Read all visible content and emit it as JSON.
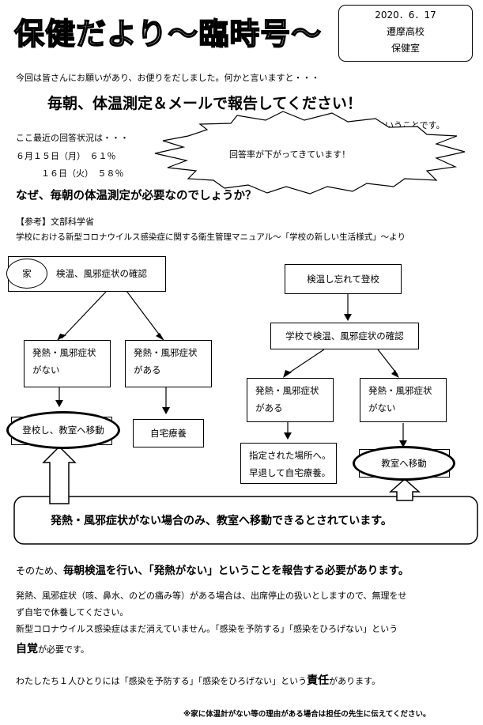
{
  "header": {
    "title": "保健だより〜臨時号〜",
    "date": "2020．6．17",
    "school": "遷摩高校",
    "office": "保健室"
  },
  "intro": "今回は皆さんにお願いがあり、お便りをだしました。何かと言いますと・・・",
  "headline": "毎朝、体温測定＆メールで報告してください！",
  "headline_tail": "ということです。",
  "status": {
    "lead": "ここ最近の回答状況は・・・",
    "row1": "６月１５日（月）　６１％",
    "row2": "１６日（火）　５８％",
    "burst": "回答率が下がってきています！"
  },
  "question": "なぜ、毎朝の体温測定が必要なのでしょうか？",
  "reference": {
    "label": "【参考】文部科学省",
    "source": "学校における新型コロナウイルス感染症に関する衛生管理マニュアル〜「学校の新しい生活様式」〜より"
  },
  "flow_left": {
    "home": "家",
    "check": "検温、風邪症状の確認",
    "no_symptom": [
      "発熱・風邪症状",
      "がない"
    ],
    "symptom": [
      "発熱・風邪症状",
      "がある"
    ],
    "go_class": "登校し、教室へ移動",
    "rest": "自宅療養"
  },
  "flow_right": {
    "forgot": "検温し忘れて登校",
    "school_check": "学校で検温、風邪症状の確認",
    "symptom": [
      "発熱・風邪症状",
      "がある"
    ],
    "no_symptom": [
      "発熱・風邪症状",
      "がない"
    ],
    "designated": [
      "指定された場所へ。",
      "早退して自宅療養。"
    ],
    "go_class": "教室へ移動"
  },
  "note_box": "発熱・風邪症状がない場合のみ、教室へ移動できるとされています。",
  "body": {
    "p1_pre": "そのため、",
    "p1_main": "毎朝検温を行い、「発熱がない」ということを報告する必要があります。",
    "p2_l1": "発熱、風邪症状（咳、鼻水、のどの痛み等）がある場合は、出席停止の扱いとしますので、無理をせ",
    "p2_l2": "ず自宅で休養してください。",
    "p3_l1": "新型コロナウイルス感染症はまだ消えていません。「感染を予防する」「感染をひろげない」という",
    "p3_bold": "自覚",
    "p3_tail": "が必要です。",
    "p4_main": "わたしたち１人ひとりには「感染を予防する」「感染をひろげない」という",
    "p4_bold": "責任",
    "p4_tail": "があります。",
    "footnote": "※家に体温計がない等の理由がある場合は担任の先生に伝えてください。"
  }
}
